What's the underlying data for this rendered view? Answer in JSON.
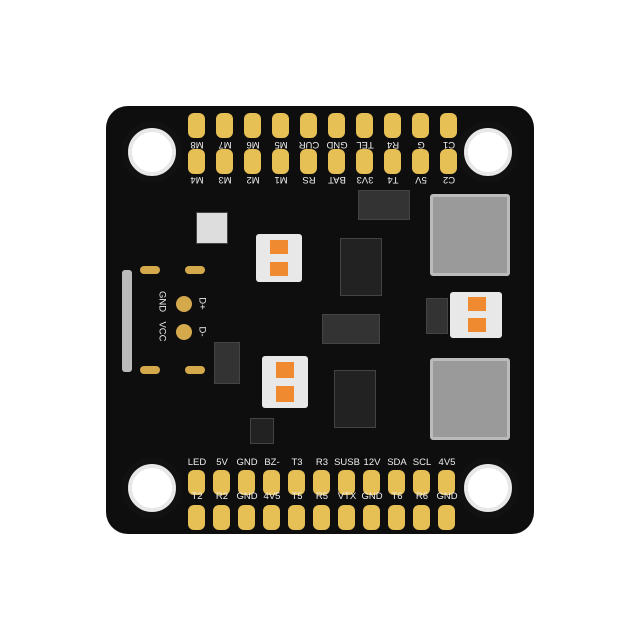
{
  "top_row_outer": [
    "M8",
    "M7",
    "M6",
    "M5",
    "CUR",
    "GND",
    "TEL",
    "R4",
    "G",
    "C1"
  ],
  "top_row_inner": [
    "M4",
    "M3",
    "M2",
    "M1",
    "RS",
    "BAT",
    "3V3",
    "T4",
    "5V",
    "C2"
  ],
  "bottom_row_inner": [
    "LED",
    "5V",
    "GND",
    "BZ-",
    "T3",
    "R3",
    "SUSB",
    "12V",
    "SDA",
    "SCL",
    "4V5"
  ],
  "bottom_row_outer": [
    "T2",
    "R2",
    "GND",
    "4V5",
    "T5",
    "R5",
    "VTX",
    "GND",
    "T6",
    "R6",
    "GND"
  ],
  "usb_pads": [
    "GND",
    "VCC",
    "D+",
    "D-"
  ],
  "colors": {
    "board": "#0e0e0e",
    "pad": "#e6bf55",
    "inductor": "#f08a30"
  }
}
